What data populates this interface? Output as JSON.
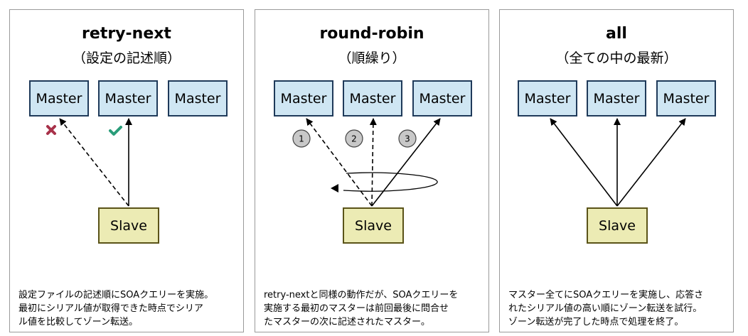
{
  "panels": [
    {
      "title": "retry-next",
      "subtitle": "（設定の記述順）",
      "masters": [
        "Master",
        "Master",
        "Master"
      ],
      "slave": "Slave",
      "description": [
        "設定ファイルの記述順にSOAクエリーを実施。",
        "最初にシリアル値が取得できた時点でシリア",
        "ル値を比較してゾーン転送。"
      ]
    },
    {
      "title": "round-robin",
      "subtitle": "（順繰り）",
      "masters": [
        "Master",
        "Master",
        "Master"
      ],
      "slave": "Slave",
      "steps": [
        "1",
        "2",
        "3"
      ],
      "description": [
        "retry-nextと同様の動作だが、SOAクエリーを",
        "実施する最初のマスターは前回最後に問合せ",
        "たマスターの次に記述されたマスター。"
      ]
    },
    {
      "title": "all",
      "subtitle": "（全ての中の最新）",
      "masters": [
        "Master",
        "Master",
        "Master"
      ],
      "slave": "Slave",
      "description": [
        "マスター全てにSOAクエリーを実施し、応答さ",
        "れたシリアル値の高い順にゾーン転送を試行。",
        "ゾーン転送が完了した時点で処理を終了。"
      ]
    }
  ],
  "colors": {
    "master_fill": "#cfe6f3",
    "slave_fill": "#ecebb4",
    "fail_mark": "#a8324a",
    "success_mark": "#2a9d7a",
    "step_badge": "#c8c8c8"
  }
}
